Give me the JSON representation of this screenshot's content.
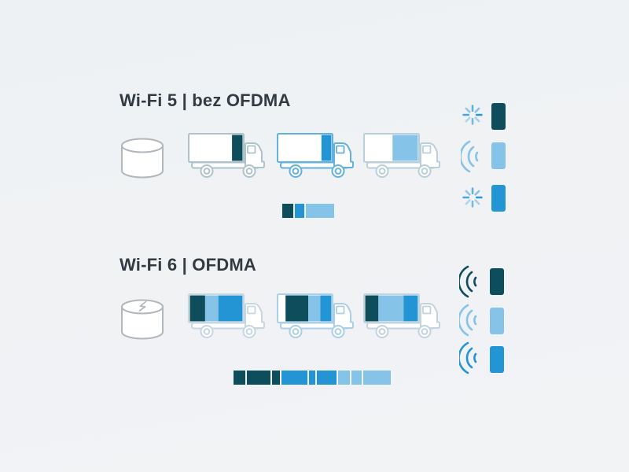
{
  "colors": {
    "dark": "#0e4d5c",
    "medium": "#2394d4",
    "light": "#85c3e8",
    "title_text": "#333a41",
    "background_top": "#eef1f4",
    "background_bottom": "#f2f3f5",
    "router_outline": "#b1b7bb",
    "truck_outline_teal": "#aec3cc",
    "truck_outline_blue": "#64b1dc",
    "truck_outline_lightblue": "#b9cfda",
    "truck_outline_soft1": "#c7d6df",
    "truck_outline_soft2": "#abcfe6",
    "truck_outline_soft3": "#c2d3de"
  },
  "sections": [
    {
      "id": "wifi5",
      "title": "Wi-Fi 5 | bez OFDMA",
      "router": {
        "icon": "router-cylinder-icon",
        "powered": false
      },
      "trucks": [
        {
          "icon": "delivery-truck-icon",
          "outline": "truck_outline_teal",
          "cargo_segments": [
            {
              "color": null,
              "frac": 0.8
            },
            {
              "color": "dark",
              "frac": 0.2
            }
          ]
        },
        {
          "icon": "delivery-truck-icon",
          "outline": "truck_outline_blue",
          "cargo_segments": [
            {
              "color": null,
              "frac": 0.81
            },
            {
              "color": "medium",
              "frac": 0.19
            }
          ]
        },
        {
          "icon": "delivery-truck-icon",
          "outline": "truck_outline_lightblue",
          "cargo_segments": [
            {
              "color": null,
              "frac": 0.52
            },
            {
              "color": "light",
              "frac": 0.48
            }
          ]
        }
      ],
      "throughput_bar": {
        "height": 18,
        "segments": [
          {
            "color": "dark",
            "width": 14
          },
          {
            "color": "medium",
            "width": 12
          },
          {
            "color": "light",
            "width": 36
          }
        ]
      },
      "devices": [
        {
          "icon": "spinner-icon",
          "phone_color": "dark"
        },
        {
          "icon": "signal-waves-icon",
          "phone_color": "light",
          "wave_color": "light"
        },
        {
          "icon": "spinner-icon",
          "phone_color": "medium"
        }
      ]
    },
    {
      "id": "wifi6",
      "title": "Wi-Fi 6 | OFDMA",
      "router": {
        "icon": "router-cylinder-icon",
        "powered": true
      },
      "trucks": [
        {
          "icon": "delivery-truck-icon",
          "outline": "truck_outline_soft1",
          "cargo_segments": [
            {
              "color": "dark",
              "frac": 0.29
            },
            {
              "color": "light",
              "frac": 0.25
            },
            {
              "color": "medium",
              "frac": 0.46
            }
          ]
        },
        {
          "icon": "delivery-truck-icon",
          "outline": "truck_outline_soft2",
          "cargo_segments": [
            {
              "color": null,
              "frac": 0.13
            },
            {
              "color": "dark",
              "frac": 0.43
            },
            {
              "color": "light",
              "frac": 0.23
            },
            {
              "color": "medium",
              "frac": 0.21
            }
          ]
        },
        {
          "icon": "delivery-truck-icon",
          "outline": "truck_outline_soft3",
          "cargo_segments": [
            {
              "color": "dark",
              "frac": 0.25
            },
            {
              "color": "light",
              "frac": 0.48
            },
            {
              "color": "medium",
              "frac": 0.27
            }
          ]
        }
      ],
      "throughput_bar": {
        "height": 18,
        "segments": [
          {
            "color": "dark",
            "width": 15
          },
          {
            "color": "dark",
            "width": 30
          },
          {
            "color": "dark",
            "width": 10
          },
          {
            "color": "medium",
            "width": 33
          },
          {
            "color": "medium",
            "width": 8
          },
          {
            "color": "medium",
            "width": 25
          },
          {
            "color": "light",
            "width": 15
          },
          {
            "color": "light",
            "width": 13
          },
          {
            "color": "light",
            "width": 35
          }
        ]
      },
      "devices": [
        {
          "icon": "signal-waves-icon",
          "phone_color": "dark",
          "wave_color": "dark"
        },
        {
          "icon": "signal-waves-icon",
          "phone_color": "light",
          "wave_color": "light"
        },
        {
          "icon": "signal-waves-icon",
          "phone_color": "medium",
          "wave_color": "medium"
        }
      ]
    }
  ]
}
